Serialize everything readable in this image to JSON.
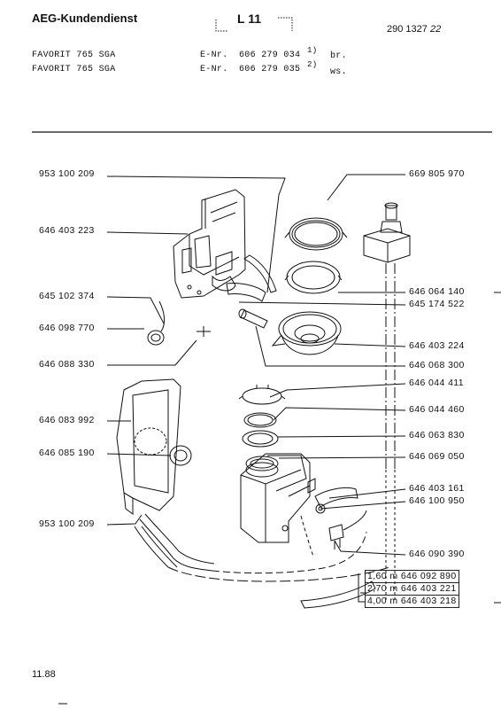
{
  "header": {
    "brand": "AEG-Kundendienst",
    "sheet": "L 11",
    "doc_no_main": "290 1327",
    "doc_no_suffix": "22"
  },
  "models": [
    {
      "name": "FAVORIT  765  SGA",
      "enr_label": "E-Nr.",
      "enr": "606 279 034",
      "note": "1)",
      "color": "br."
    },
    {
      "name": "FAVORIT  765  SGA",
      "enr_label": "E-Nr.",
      "enr": "606 279 035",
      "note": "2)",
      "color": "ws."
    }
  ],
  "parts_left": [
    "953 100 209",
    "646 403 223",
    "645 102 374",
    "646 098 770",
    "646 088 330",
    "646 083 992",
    "646 085 190",
    "953 100 209"
  ],
  "parts_right": [
    "669 805 970",
    "646 064 140",
    "645 174 522",
    "646 403 224",
    "646 068 300",
    "646 044 411",
    "646 044 460",
    "646 063 830",
    "646 069 050",
    "646 403 161",
    "646 100 950",
    "646 090 390"
  ],
  "hose_table": [
    "1,60 m 646 092 890",
    "2,70 m 646 403 221",
    "4,00 m 646 403 218"
  ],
  "footer": {
    "date": "11.88"
  }
}
